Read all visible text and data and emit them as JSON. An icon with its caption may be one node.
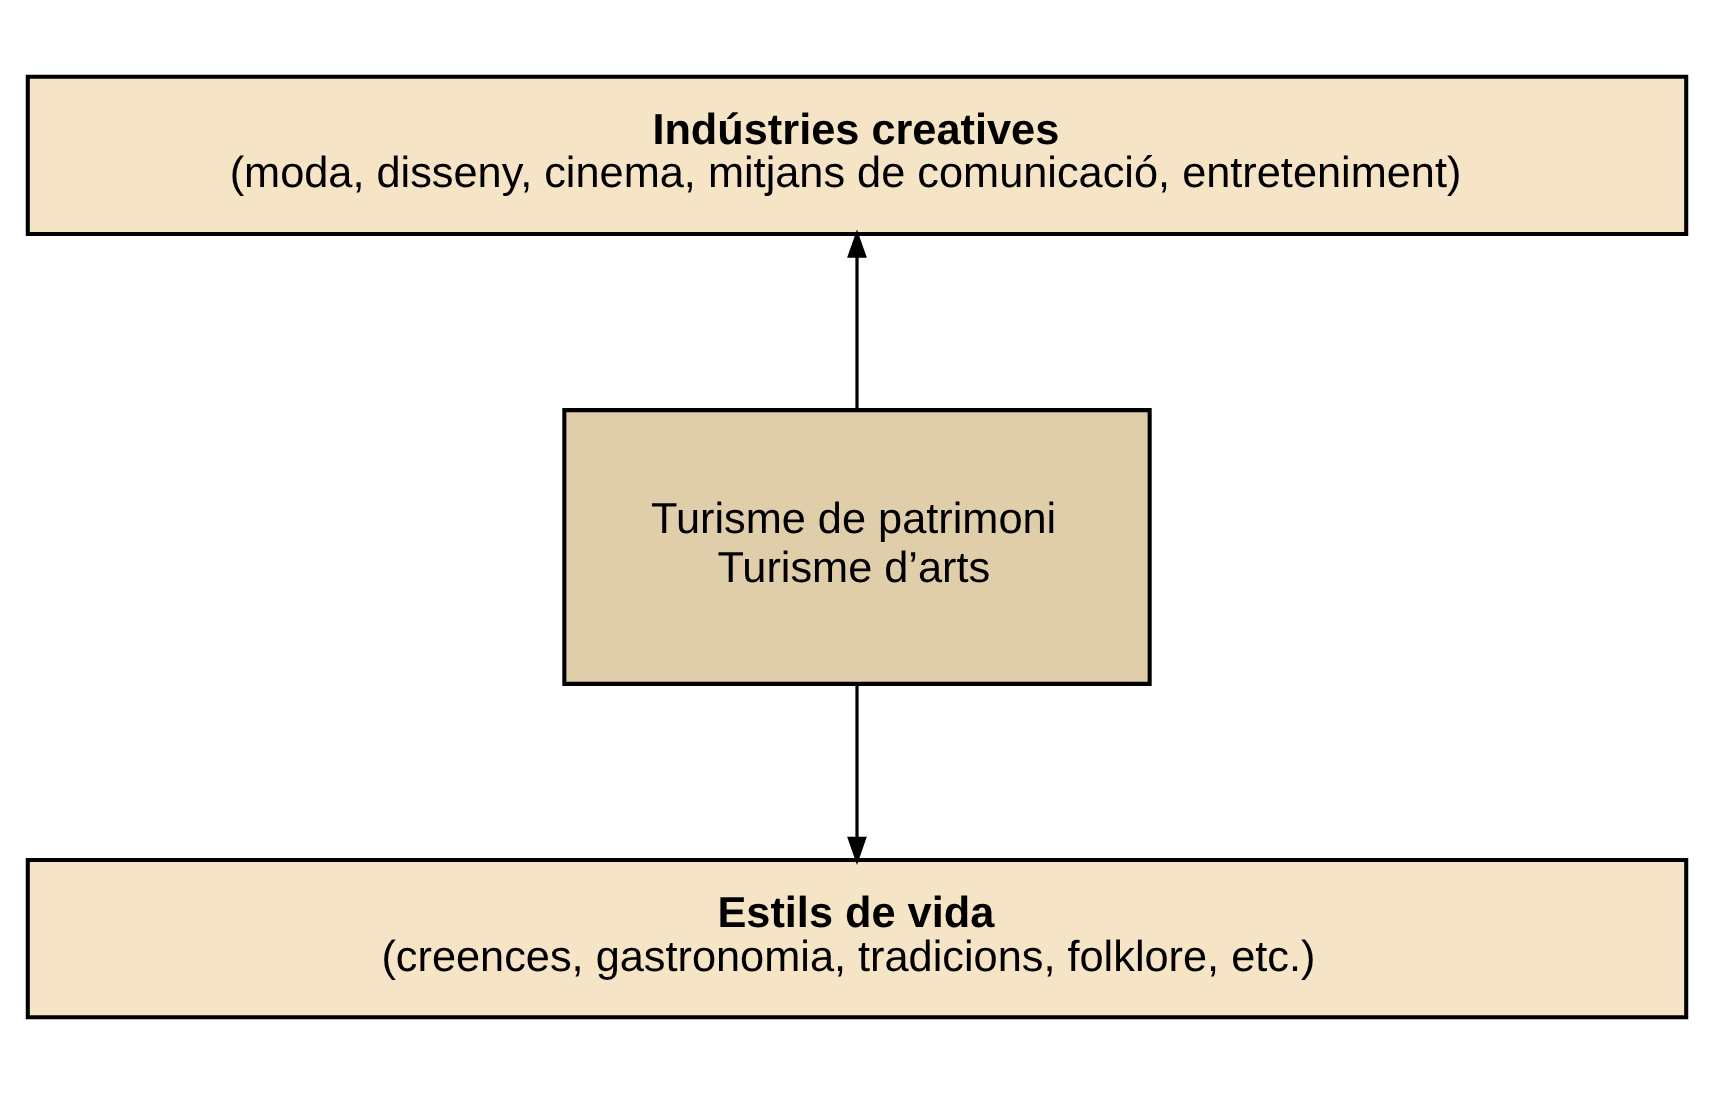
{
  "diagram": {
    "nodes": [
      {
        "text": [
          "Indústries creatives",
          "(moda, disseny, cinema, mitjans de comunicació, entreteniment)"
        ]
      },
      {
        "text": [
          "Turisme de patrimoni",
          "Turisme d’arts"
        ]
      },
      {
        "text": [
          "Estils de vida",
          "(creences, gastronomia, tradicions, folklore, etc.)"
        ]
      }
    ],
    "edges": [
      {
        "from": 1,
        "to": 0,
        "arrow": "to"
      },
      {
        "from": 1,
        "to": 2,
        "arrow": "to"
      }
    ]
  }
}
